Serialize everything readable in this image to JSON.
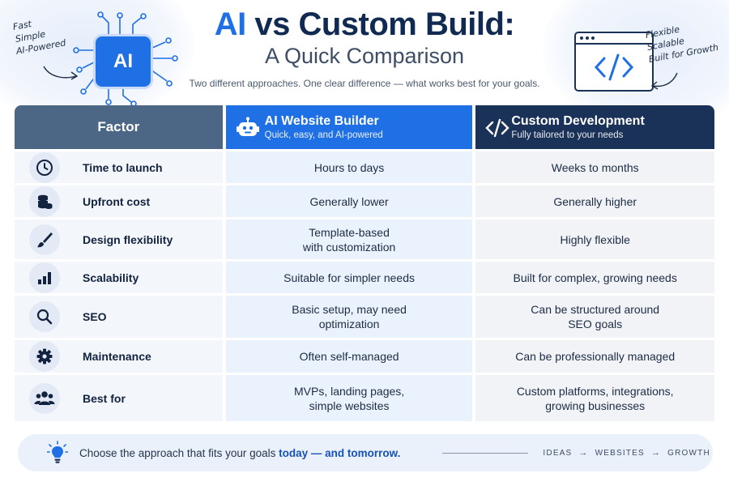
{
  "header": {
    "title_accent": "AI",
    "title_rest": " vs Custom Build:",
    "subtitle": "A Quick Comparison",
    "tagline": "Two different approaches. One clear difference — what works best for your goals."
  },
  "notes": {
    "left": [
      "Fast",
      "Simple",
      "AI-Powered"
    ],
    "right": [
      "Flexible",
      "Scalable",
      "Built for Growth"
    ]
  },
  "chip_label": "AI",
  "columns": {
    "factor": "Factor",
    "ai": {
      "title": "AI Website Builder",
      "subtitle": "Quick, easy, and AI-powered"
    },
    "custom": {
      "title": "Custom Development",
      "subtitle": "Fully tailored to your needs"
    }
  },
  "rows": [
    {
      "icon": "clock-icon",
      "factor": "Time to launch",
      "ai": [
        "Hours to days"
      ],
      "custom": [
        "Weeks to months"
      ]
    },
    {
      "icon": "coins-icon",
      "factor": "Upfront cost",
      "ai": [
        "Generally lower"
      ],
      "custom": [
        "Generally higher"
      ]
    },
    {
      "icon": "paintbrush-icon",
      "factor": "Design flexibility",
      "ai": [
        "Template-based",
        "with customization"
      ],
      "custom": [
        "Highly flexible"
      ]
    },
    {
      "icon": "bar-chart-icon",
      "factor": "Scalability",
      "ai": [
        "Suitable for simpler needs"
      ],
      "custom": [
        "Built for complex, growing needs"
      ]
    },
    {
      "icon": "magnifier-icon",
      "factor": "SEO",
      "ai": [
        "Basic setup, may need",
        "optimization"
      ],
      "custom": [
        "Can be structured around",
        "SEO goals"
      ]
    },
    {
      "icon": "gear-icon",
      "factor": "Maintenance",
      "ai": [
        "Often self-managed"
      ],
      "custom": [
        "Can be professionally managed"
      ]
    },
    {
      "icon": "users-icon",
      "factor": "Best for",
      "ai": [
        "MVPs, landing pages,",
        "simple websites"
      ],
      "custom": [
        "Custom platforms, integrations,",
        "growing businesses"
      ]
    }
  ],
  "footer": {
    "message": "Choose the approach that fits your goals ",
    "message_bold": "today — and tomorrow.",
    "steps": [
      "IDEAS",
      "WEBSITES",
      "GROWTH"
    ]
  },
  "colors": {
    "accent_blue": "#1f6fe5",
    "navy": "#1b3258",
    "slate": "#4c6785"
  }
}
